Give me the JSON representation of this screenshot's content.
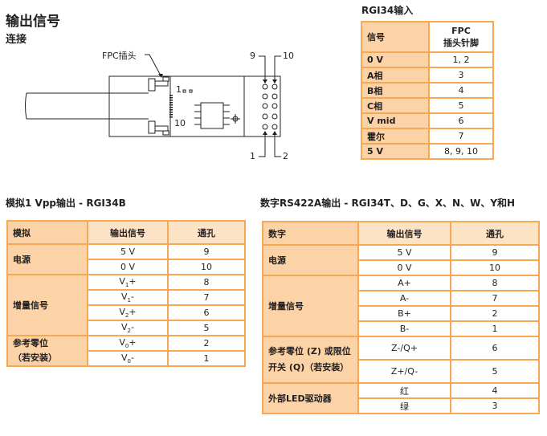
{
  "heading": {
    "title": "输出信号",
    "subtitle": "连接"
  },
  "diagram": {
    "fpc_label": "FPC插头",
    "pin_labels": {
      "top_left": "9",
      "top_right": "10",
      "bottom_left": "1",
      "bottom_right": "2"
    },
    "connector_pin_1": "1",
    "connector_pin_10": "10"
  },
  "input_table": {
    "title": "RGI34输入",
    "headers": [
      "信号",
      "FPC",
      "插头针脚"
    ],
    "rows": [
      {
        "signal": "0 V",
        "pins": "1, 2"
      },
      {
        "signal": "A相",
        "pins": "3"
      },
      {
        "signal": "B相",
        "pins": "4"
      },
      {
        "signal": "C相",
        "pins": "5"
      },
      {
        "signal": "V mid",
        "pins": "6"
      },
      {
        "signal": "霍尔",
        "pins": "7"
      },
      {
        "signal": "5 V",
        "pins": "8, 9, 10"
      }
    ]
  },
  "analog_table": {
    "title": "模拟1 Vpp输出 - RGI34B",
    "headers": [
      "模拟",
      "输出信号",
      "通孔"
    ],
    "groups": [
      {
        "label": "电源",
        "rows": [
          {
            "signal": "5 V",
            "hole": "9"
          },
          {
            "signal": "0 V",
            "hole": "10"
          }
        ]
      },
      {
        "label": "增量信号",
        "rows": [
          {
            "signal_base": "V",
            "signal_sub": "1",
            "signal_suffix": "+",
            "hole": "8"
          },
          {
            "signal_base": "V",
            "signal_sub": "1",
            "signal_suffix": "-",
            "hole": "7"
          },
          {
            "signal_base": "V",
            "signal_sub": "2",
            "signal_suffix": "+",
            "hole": "6"
          },
          {
            "signal_base": "V",
            "signal_sub": "2",
            "signal_suffix": "-",
            "hole": "5"
          }
        ]
      },
      {
        "label": "参考零位",
        "label2": "（若安装）",
        "rows": [
          {
            "signal_base": "V",
            "signal_sub": "0",
            "signal_suffix": "+",
            "hole": "2"
          },
          {
            "signal_base": "V",
            "signal_sub": "0",
            "signal_suffix": "-",
            "hole": "1"
          }
        ]
      }
    ]
  },
  "digital_table": {
    "title": "数字RS422A输出 - RGI34T、D、G、X、N、W、Y和H",
    "headers": [
      "数字",
      "输出信号",
      "通孔"
    ],
    "groups": [
      {
        "label": "电源",
        "rows": [
          {
            "signal": "5 V",
            "hole": "9"
          },
          {
            "signal": "0 V",
            "hole": "10"
          }
        ]
      },
      {
        "label": "增量信号",
        "rows": [
          {
            "signal": "A+",
            "hole": "8"
          },
          {
            "signal": "A-",
            "hole": "7"
          },
          {
            "signal": "B+",
            "hole": "2"
          },
          {
            "signal": "B-",
            "hole": "1"
          }
        ]
      },
      {
        "label": "参考零位 (Z) 或限位",
        "label2": "开关 (Q)（若安装）",
        "rows": [
          {
            "signal": "Z-/Q+",
            "hole": "6"
          },
          {
            "signal": "Z+/Q-",
            "hole": "5"
          }
        ]
      },
      {
        "label": "外部LED驱动器",
        "rows": [
          {
            "signal": "红",
            "hole": "4"
          },
          {
            "signal": "绿",
            "hole": "3"
          }
        ]
      }
    ]
  },
  "colors": {
    "border": "#f7a854",
    "label_fill": "#fbd3a6",
    "header_fill": "#fde3c6"
  }
}
